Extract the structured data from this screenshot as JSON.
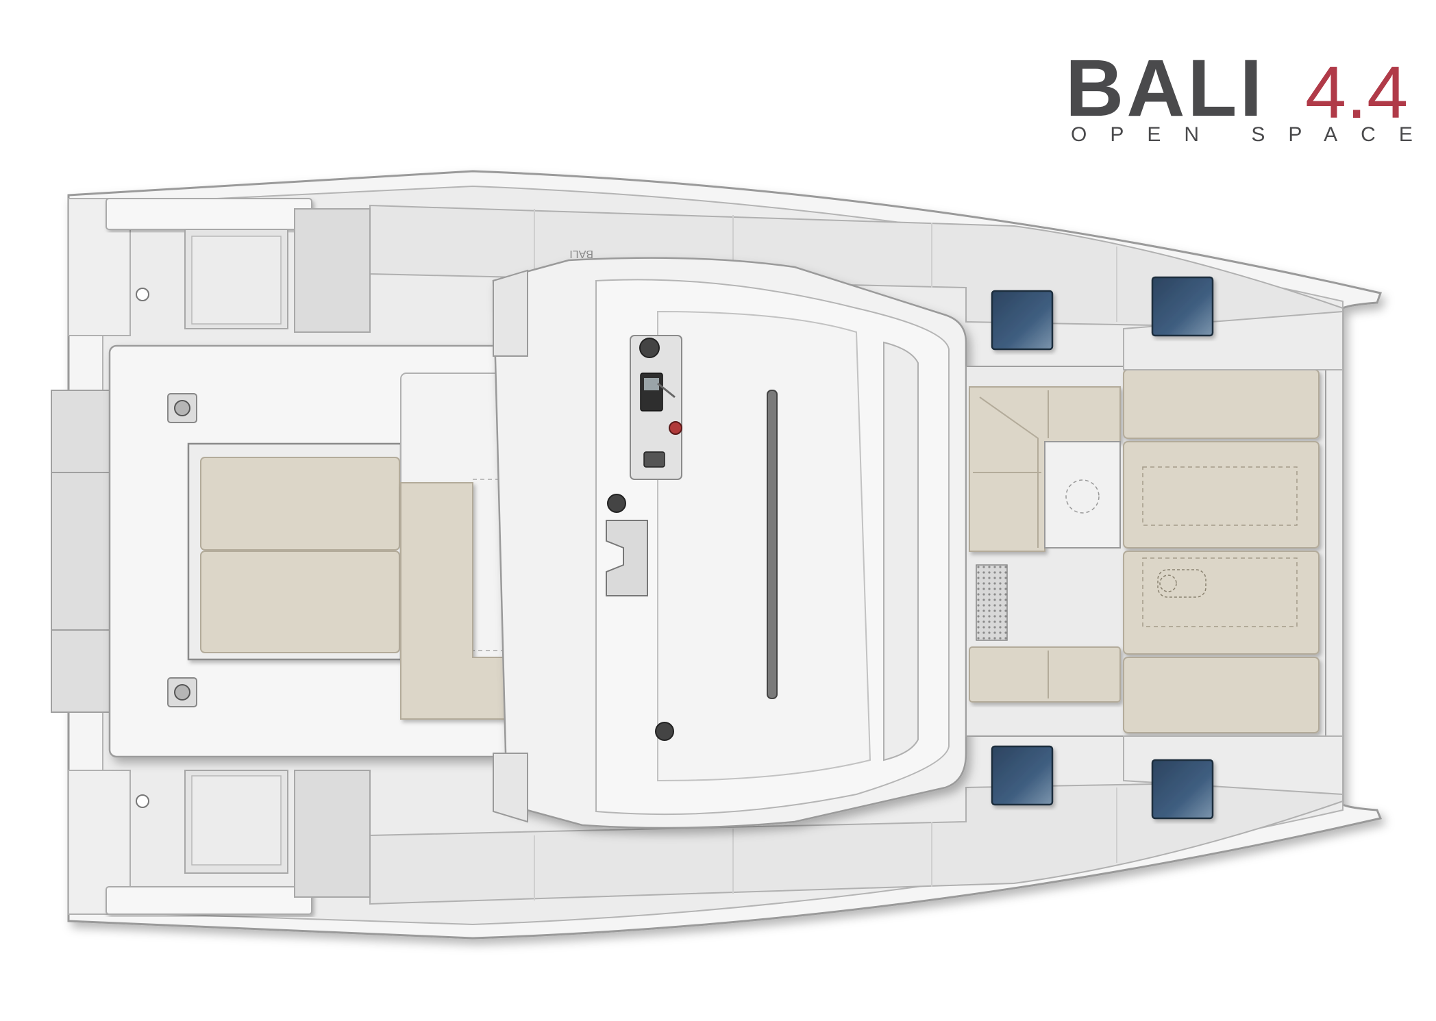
{
  "brand": {
    "name": "BALI",
    "model": "4.4",
    "tagline": "OPEN SPACE"
  },
  "bow_marking": "BALI",
  "colors": {
    "hull": "#f4f4f4",
    "deck": "#e9e9e9",
    "outline": "#9a9a9a",
    "cushion": "#dcd6c8",
    "cushion_edge": "#bdb5a4",
    "hatch": "#34506e",
    "logo_grey": "#4a4a4c",
    "logo_red": "#b03a48"
  }
}
